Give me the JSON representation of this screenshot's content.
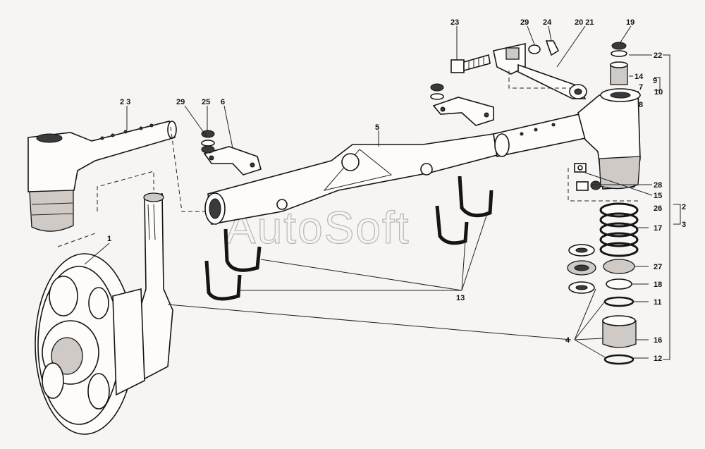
{
  "watermark": "AutoSoft",
  "callouts": {
    "c2_3_top": "2 3",
    "c29_left": "29",
    "c25": "25",
    "c6": "6",
    "c5": "5",
    "c23": "23",
    "c29_right": "29",
    "c24": "24",
    "c20_21": "20 21",
    "c19": "19",
    "c22": "22",
    "c14": "14",
    "c9": "9",
    "c7": "7",
    "c10": "10",
    "c8": "8",
    "c28": "28",
    "c15": "15",
    "c26": "26",
    "c2_right": "2",
    "c3_right": "3",
    "c17": "17",
    "c27": "27",
    "c18": "18",
    "c11": "11",
    "c16": "16",
    "c12": "12",
    "c4": "4",
    "c13": "13",
    "c1": "1"
  }
}
